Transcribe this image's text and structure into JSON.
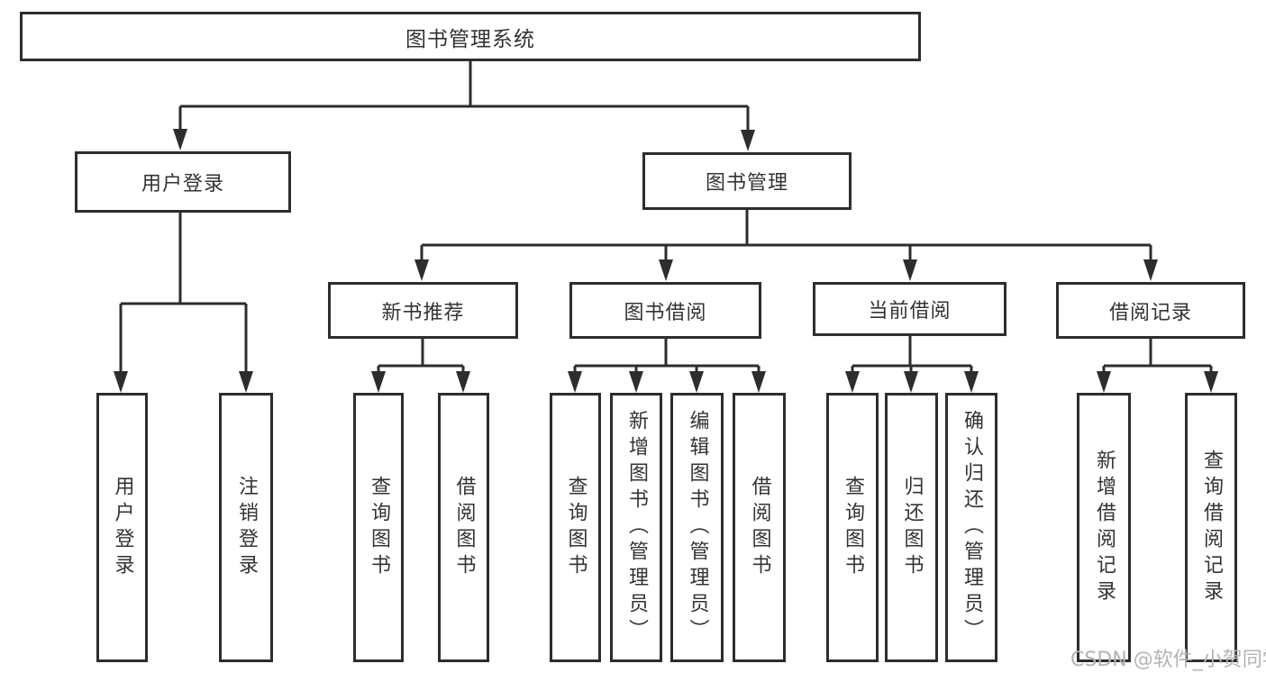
{
  "diagram": {
    "type": "tree-diagram",
    "title": "图书管理系统",
    "watermark": "CSDN @软件_小贺同学",
    "colors": {
      "line": "#2d2d2d",
      "box_border": "#2d2d2d",
      "text": "#333333",
      "background": "#ffffff",
      "watermark": "#b3b3b3"
    },
    "nodes": {
      "root": {
        "label": "图书管理系统"
      },
      "user_login": {
        "label": "用户登录"
      },
      "book_mgmt": {
        "label": "图书管理"
      },
      "new_book_rec": {
        "label": "新书推荐"
      },
      "book_borrow": {
        "label": "图书借阅"
      },
      "current_borrow": {
        "label": "当前借阅"
      },
      "borrow_records": {
        "label": "借阅记录"
      },
      "user_login_leaf": {
        "label": "用户登录"
      },
      "logout_leaf": {
        "label": "注销登录"
      },
      "nb_query": {
        "label": "查询图书"
      },
      "nb_borrow": {
        "label": "借阅图书"
      },
      "bb_query": {
        "label": "查询图书"
      },
      "bb_add": {
        "label": "新增图书（管理员）"
      },
      "bb_edit": {
        "label": "编辑图书（管理员）"
      },
      "bb_borrow": {
        "label": "借阅图书"
      },
      "cb_query": {
        "label": "查询图书"
      },
      "cb_return": {
        "label": "归还图书"
      },
      "cb_confirm": {
        "label": "确认归还（管理员）"
      },
      "br_add": {
        "label": "新增借阅记录"
      },
      "br_query": {
        "label": "查询借阅记录"
      }
    },
    "edges": [
      [
        "root",
        "user_login"
      ],
      [
        "root",
        "book_mgmt"
      ],
      [
        "user_login",
        "user_login_leaf"
      ],
      [
        "user_login",
        "logout_leaf"
      ],
      [
        "book_mgmt",
        "new_book_rec"
      ],
      [
        "book_mgmt",
        "book_borrow"
      ],
      [
        "book_mgmt",
        "current_borrow"
      ],
      [
        "book_mgmt",
        "borrow_records"
      ],
      [
        "new_book_rec",
        "nb_query"
      ],
      [
        "new_book_rec",
        "nb_borrow"
      ],
      [
        "book_borrow",
        "bb_query"
      ],
      [
        "book_borrow",
        "bb_add"
      ],
      [
        "book_borrow",
        "bb_edit"
      ],
      [
        "book_borrow",
        "bb_borrow"
      ],
      [
        "current_borrow",
        "cb_query"
      ],
      [
        "current_borrow",
        "cb_return"
      ],
      [
        "current_borrow",
        "cb_confirm"
      ],
      [
        "borrow_records",
        "br_add"
      ],
      [
        "borrow_records",
        "br_query"
      ]
    ]
  }
}
